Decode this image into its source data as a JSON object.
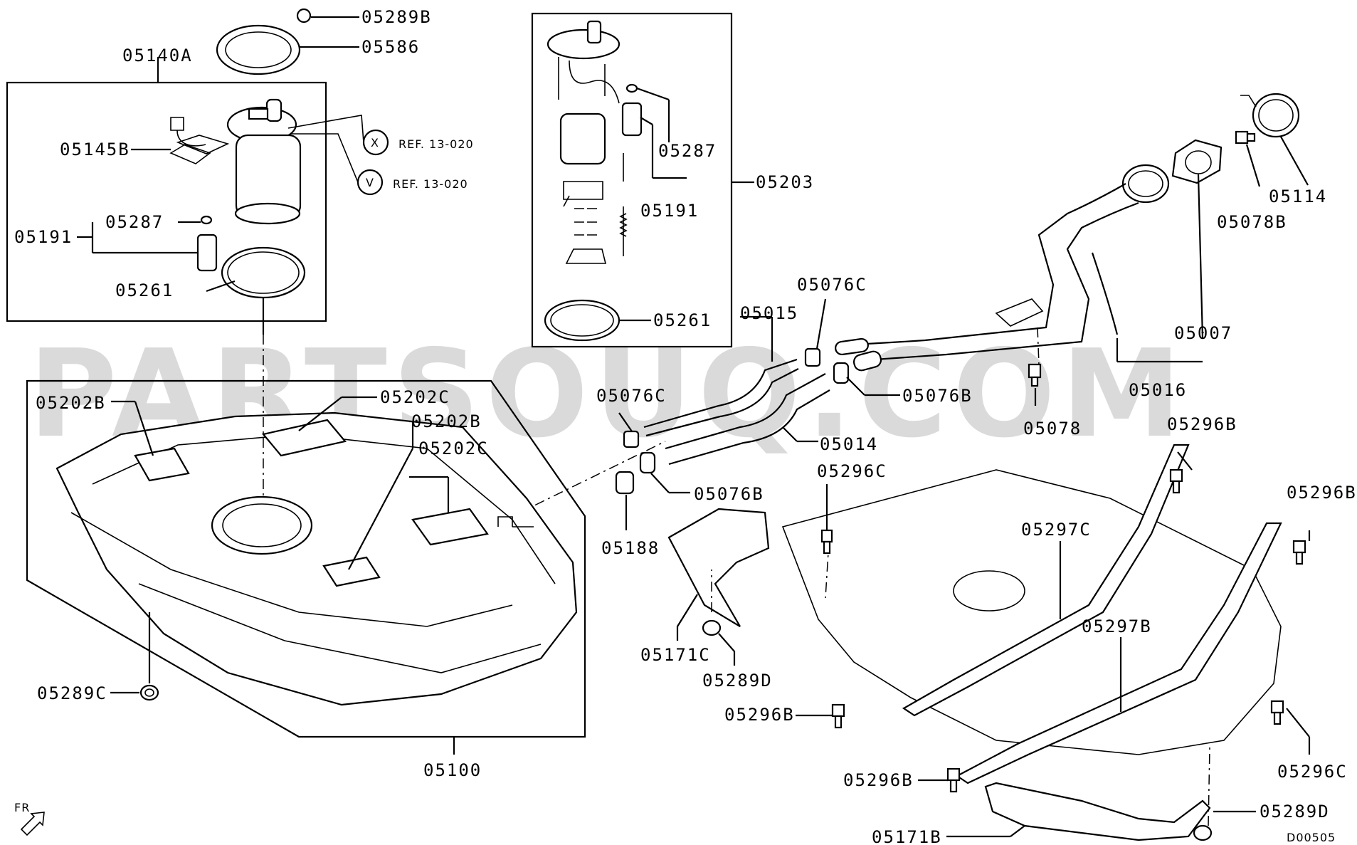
{
  "watermark": "PARTSOUQ.COM",
  "diagram_code": "D00505",
  "direction": "FR",
  "references": [
    {
      "marker": "X",
      "text": "REF. 13-020"
    },
    {
      "marker": "V",
      "text": "REF. 13-020"
    }
  ],
  "parts": {
    "p05289B_top": "05289B",
    "p05586": "05586",
    "p05140A": "05140A",
    "p05145B": "05145B",
    "p05287_left": "05287",
    "p05191_left": "05191",
    "p05261_left": "05261",
    "p05287_right": "05287",
    "p05191_right": "05191",
    "p05203": "05203",
    "p05261_right": "05261",
    "p05114": "05114",
    "p05078B": "05078B",
    "p05007": "05007",
    "p05016": "05016",
    "p05078": "05078",
    "p05015": "05015",
    "p05076C_top": "05076C",
    "p05076B_top": "05076B",
    "p05014": "05014",
    "p05076C_mid": "05076C",
    "p05076B_mid": "05076B",
    "p05188": "05188",
    "p05202B_left": "05202B",
    "p05202C_top": "05202C",
    "p05202B_right": "05202B",
    "p05202C_mid": "05202C",
    "p05296B_r1": "05296B",
    "p05296B_r2": "05296B",
    "p05296C_mid": "05296C",
    "p05297C": "05297C",
    "p05297B": "05297B",
    "p05171C": "05171C",
    "p05289D_mid": "05289D",
    "p05296B_mid": "05296B",
    "p05296C_right": "05296C",
    "p05289C": "05289C",
    "p05100": "05100",
    "p05296B_low": "05296B",
    "p05171B": "05171B",
    "p05289D_low": "05289D"
  }
}
